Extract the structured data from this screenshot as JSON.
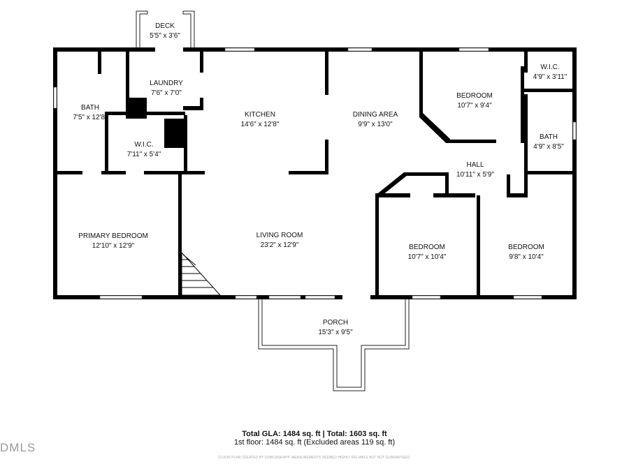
{
  "rooms": [
    {
      "name": "DECK",
      "dims": "5'5\" x 3'6\""
    },
    {
      "name": "BATH",
      "dims": "7'5\" x 12'8\""
    },
    {
      "name": "LAUNDRY",
      "dims": "7'6\" x 7'0\""
    },
    {
      "name": "KITCHEN",
      "dims": "14'6\" x 12'8\""
    },
    {
      "name": "DINING AREA",
      "dims": "9'9\" x 13'0\""
    },
    {
      "name": "BEDROOM",
      "dims": "10'7\" x 9'4\""
    },
    {
      "name": "W.I.C.",
      "dims": "4'9\" x 3'11\""
    },
    {
      "name": "W.I.C.",
      "dims": "7'11\" x 5'4\""
    },
    {
      "name": "BATH",
      "dims": "4'9\" x 8'5\""
    },
    {
      "name": "HALL",
      "dims": "10'11\" x 5'9\""
    },
    {
      "name": "PRIMARY BEDROOM",
      "dims": "12'10\" x 12'9\""
    },
    {
      "name": "LIVING ROOM",
      "dims": "23'2\" x 12'9\""
    },
    {
      "name": "BEDROOM",
      "dims": "10'7\" x 10'4\""
    },
    {
      "name": "BEDROOM",
      "dims": "9'8\" x 10'4\""
    },
    {
      "name": "PORCH",
      "dims": "15'3\" x 9'5\""
    }
  ],
  "totals": {
    "headline": "Total GLA: 1484 sq. ft | Total: 1603 sq. ft",
    "floor": "1st floor: 1484 sq. ft (Excluded areas 119 sq. ft)"
  },
  "credit": "FLOOR PLAN CREATED BY CUBICASA APP. MEASUREMENTS DEEMED HIGHLY RELIABLE BUT NOT GUARANTEED.",
  "logo": "DMLS"
}
